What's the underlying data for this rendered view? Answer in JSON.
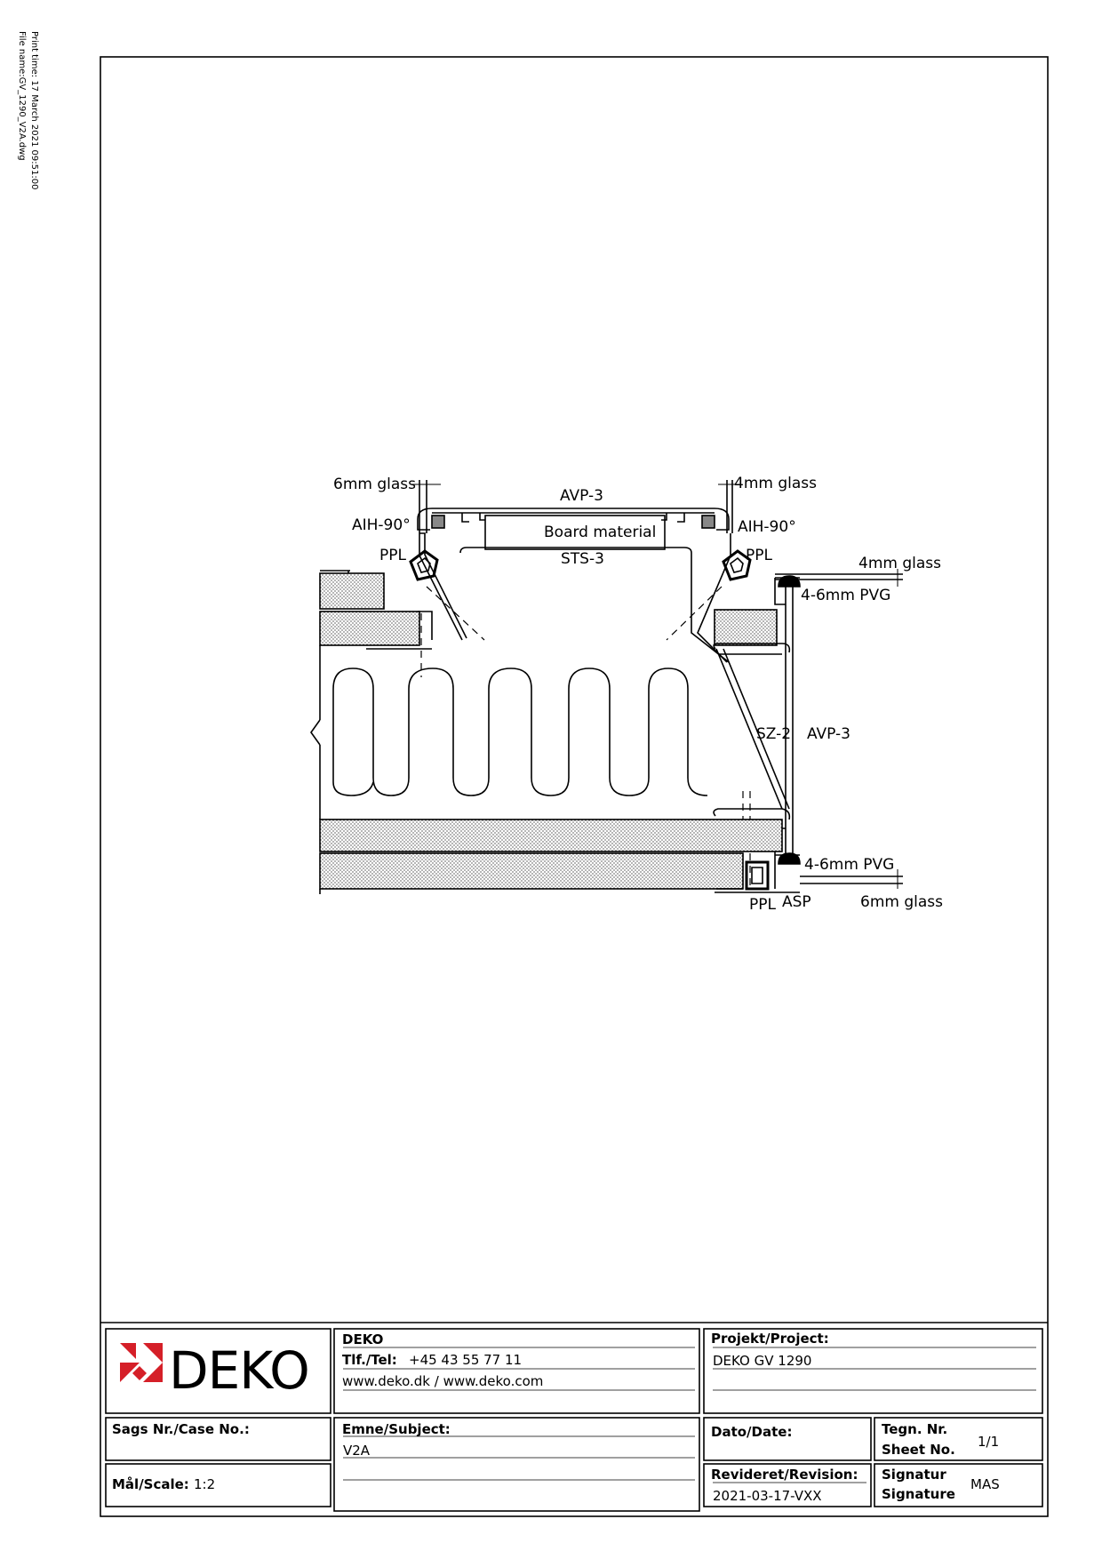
{
  "print_info": {
    "print_time": "Print time: 17 March 2021 09:51:00",
    "file_name": "File name:GV_1290_V2A.dwg"
  },
  "labels": {
    "glass_6mm_top": "6mm glass",
    "avp3_top": "AVP-3",
    "glass_4mm_top": "4mm glass",
    "aih90_left": "AIH-90°",
    "aih90_right": "AIH-90°",
    "board_material": "Board material",
    "ppl_left": "PPL",
    "ppl_right": "PPL",
    "sts3": "STS-3",
    "glass_4mm_right": "4mm glass",
    "pvg_top": "4-6mm PVG",
    "sz2": "SZ-2",
    "avp3_right": "AVP-3",
    "pvg_bottom": "4-6mm PVG",
    "ppl_bottom": "PPL",
    "asp": "ASP",
    "glass_6mm_bottom": "6mm glass"
  },
  "title_block": {
    "logo_text": "DEKO",
    "company": "DEKO",
    "tel_label": "Tlf./Tel:",
    "tel_value": "+45 43 55 77 11",
    "web": "www.deko.dk / www.deko.com",
    "project_label": "Projekt/Project:",
    "project_value": "DEKO GV 1290",
    "case_label": "Sags Nr./Case No.:",
    "subject_label": "Emne/Subject:",
    "subject_value": "V2A",
    "date_label": "Dato/Date:",
    "sheet_label_1": "Tegn. Nr.",
    "sheet_label_2": "Sheet No.",
    "sheet_value": "1/1",
    "scale_label": "Mål/Scale:",
    "scale_value": "1:2",
    "revision_label": "Revideret/Revision:",
    "revision_value": "2021-03-17-VXX",
    "signature_label_1": "Signatur",
    "signature_label_2": "Signature",
    "signature_value": "MAS"
  },
  "colors": {
    "logo_red": "#d51f28",
    "line": "#000000"
  }
}
